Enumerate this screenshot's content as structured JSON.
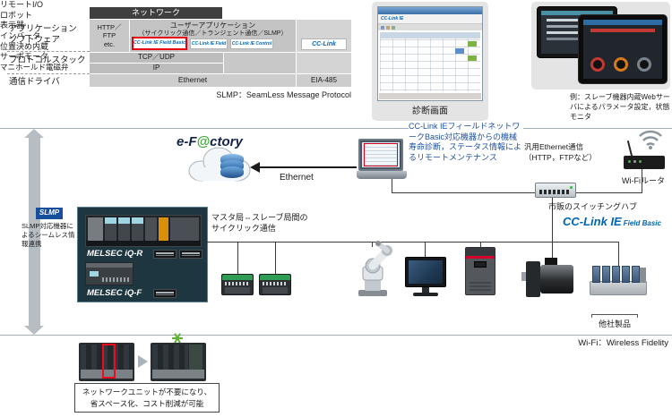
{
  "colors": {
    "accent_blue": "#0068b7",
    "highlight_red": "#e60012",
    "navy_text": "#1e50a2",
    "green": "#5fb234"
  },
  "stack": {
    "side_labels": [
      "アプリケーション\nソフトウェア",
      "プロトコルスタック",
      "通信ドライバ"
    ],
    "header": "ネットワーク",
    "http_cell": "HTTP／\nFTP\netc.",
    "user_app_line1": "ユーザーアプリケーション",
    "user_app_line2": "（サイクリック通信／トランジェント通信／SLMP）",
    "logos": {
      "basic": "CC-Link IE Field Basic",
      "field": "CC-Link IE Field",
      "control": "CC-Link IE Control",
      "cclink": "CC-Link"
    },
    "tcp_udp": "TCP／UDP",
    "ip": "IP",
    "ethernet": "Ethernet",
    "eia485": "EIA-485",
    "caption": "SLMP：SeamLess Message Protocol"
  },
  "diag": {
    "logo": "CC-Link IE",
    "caption": "診断画面"
  },
  "web_example": {
    "caption": "例：スレーブ機器内蔵Webサーバによるパラメータ設定，状態モニタ"
  },
  "flow": {
    "efactory_pre": "e-F",
    "efactory_at": "@",
    "efactory_post": "ctory",
    "ethernet_label": "Ethernet",
    "remote_note": "CC-Link IEフィールドネットワークBasic対応機器からの機械寿命診断，ステータス情報によるリモートメンテナンス",
    "general_ethernet": "汎用Ethernet通信（HTTP，FTPなど）",
    "router_label": "Wi-Fiルータ",
    "hub_label": "市販のスイッチングハブ",
    "basic_logo_main": "CC-Link IE",
    "basic_logo_sub": "Field Basic",
    "cyclic_note": "マスタ局⇔スレーブ局間のサイクリック通信"
  },
  "slmp": {
    "badge": "SLMP",
    "note": "SLMP対応機器によるシームレス情報連携"
  },
  "plc": {
    "iqr": "MELSEC iQ-R",
    "iqf": "MELSEC iQ-F"
  },
  "devices": [
    "リモートI/O",
    "ロボット",
    "表示器",
    "インバータ",
    "位置決め内蔵サーボモータ",
    "マニホールド電磁弁"
  ],
  "others_label": "他社製品",
  "footer": {
    "note": "ネットワークユニットが不要になり、\n省スペース化、コスト削減が可能",
    "wifi": "Wi-Fi：Wireless Fidelity"
  }
}
